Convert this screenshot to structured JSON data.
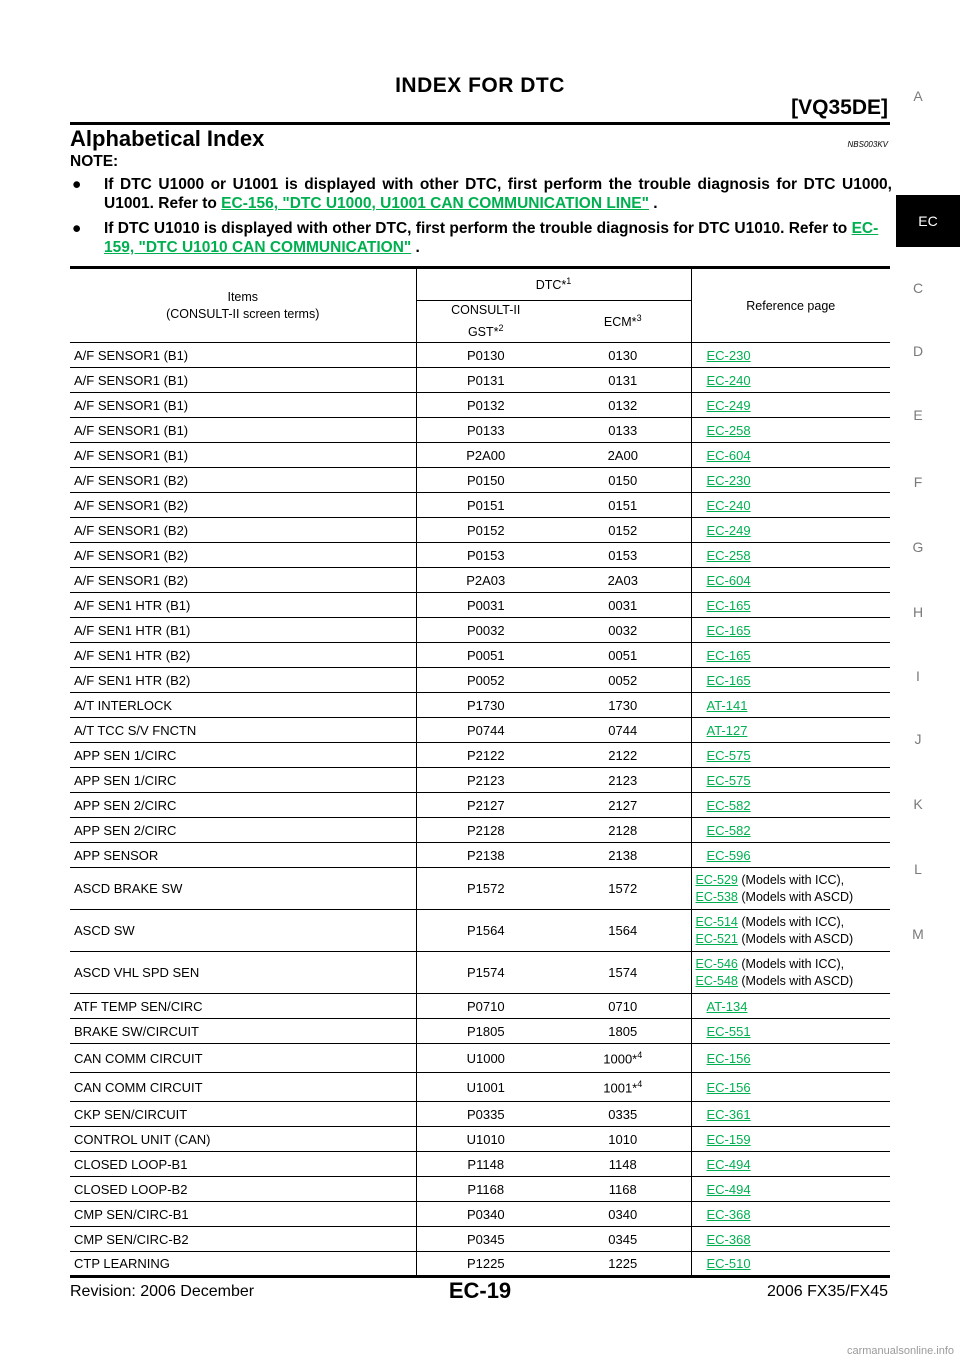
{
  "header": {
    "title": "INDEX FOR DTC",
    "subtitle": "[VQ35DE]"
  },
  "section": {
    "title": "Alphabetical Index",
    "code": "NBS003KV"
  },
  "note": {
    "label": "NOTE:",
    "bullet_glyph": "●",
    "items": [
      {
        "text": "If DTC U1000 or U1001 is displayed with other DTC, first perform the trouble diagnosis for DTC U1000, U1001. Refer to ",
        "link": "EC-156, \"DTC U1000, U1001 CAN COMMUNICATION LINE\"",
        "tail": " ."
      },
      {
        "text": "If DTC U1010 is displayed with other DTC, first perform the trouble diagnosis for DTC U1010. Refer to ",
        "link": "EC-159, \"DTC U1010 CAN COMMUNICATION\"",
        "tail": " ."
      }
    ]
  },
  "side_tabs": [
    "A",
    "EC",
    "C",
    "D",
    "E",
    "F",
    "G",
    "H",
    "I",
    "J",
    "K",
    "L",
    "M"
  ],
  "table": {
    "head": {
      "items_line1": "Items",
      "items_line2": "(CONSULT-II screen terms)",
      "dtc": "DTC*",
      "dtc_sup": "1",
      "consult_line1": "CONSULT-II",
      "consult_line2": "GST*",
      "consult_sup": "2",
      "ecm": "ECM*",
      "ecm_sup": "3",
      "reference": "Reference page"
    },
    "rows": [
      {
        "item": "A/F SENSOR1 (B1)",
        "consult": "P0130",
        "ecm": "0130",
        "ref": "EC-230"
      },
      {
        "item": "A/F SENSOR1 (B1)",
        "consult": "P0131",
        "ecm": "0131",
        "ref": "EC-240"
      },
      {
        "item": "A/F SENSOR1 (B1)",
        "consult": "P0132",
        "ecm": "0132",
        "ref": "EC-249"
      },
      {
        "item": "A/F SENSOR1 (B1)",
        "consult": "P0133",
        "ecm": "0133",
        "ref": "EC-258"
      },
      {
        "item": "A/F SENSOR1 (B1)",
        "consult": "P2A00",
        "ecm": "2A00",
        "ref": "EC-604"
      },
      {
        "item": "A/F SENSOR1 (B2)",
        "consult": "P0150",
        "ecm": "0150",
        "ref": "EC-230"
      },
      {
        "item": "A/F SENSOR1 (B2)",
        "consult": "P0151",
        "ecm": "0151",
        "ref": "EC-240"
      },
      {
        "item": "A/F SENSOR1 (B2)",
        "consult": "P0152",
        "ecm": "0152",
        "ref": "EC-249"
      },
      {
        "item": "A/F SENSOR1 (B2)",
        "consult": "P0153",
        "ecm": "0153",
        "ref": "EC-258"
      },
      {
        "item": "A/F SENSOR1 (B2)",
        "consult": "P2A03",
        "ecm": "2A03",
        "ref": "EC-604"
      },
      {
        "item": "A/F SEN1 HTR (B1)",
        "consult": "P0031",
        "ecm": "0031",
        "ref": "EC-165"
      },
      {
        "item": "A/F SEN1 HTR (B1)",
        "consult": "P0032",
        "ecm": "0032",
        "ref": "EC-165"
      },
      {
        "item": "A/F SEN1 HTR (B2)",
        "consult": "P0051",
        "ecm": "0051",
        "ref": "EC-165"
      },
      {
        "item": "A/F SEN1 HTR (B2)",
        "consult": "P0052",
        "ecm": "0052",
        "ref": "EC-165"
      },
      {
        "item": "A/T INTERLOCK",
        "consult": "P1730",
        "ecm": "1730",
        "ref": "AT-141"
      },
      {
        "item": "A/T TCC S/V FNCTN",
        "consult": "P0744",
        "ecm": "0744",
        "ref": "AT-127"
      },
      {
        "item": "APP SEN 1/CIRC",
        "consult": "P2122",
        "ecm": "2122",
        "ref": "EC-575"
      },
      {
        "item": "APP SEN 1/CIRC",
        "consult": "P2123",
        "ecm": "2123",
        "ref": "EC-575"
      },
      {
        "item": "APP SEN 2/CIRC",
        "consult": "P2127",
        "ecm": "2127",
        "ref": "EC-582"
      },
      {
        "item": "APP SEN 2/CIRC",
        "consult": "P2128",
        "ecm": "2128",
        "ref": "EC-582"
      },
      {
        "item": "APP SENSOR",
        "consult": "P2138",
        "ecm": "2138",
        "ref": "EC-596"
      },
      {
        "item": "ASCD BRAKE SW",
        "consult": "P1572",
        "ecm": "1572",
        "ref": "EC-529",
        "ref_note": " (Models with ICC),",
        "ref2": "EC-538",
        "ref2_note": " (Models with ASCD)"
      },
      {
        "item": "ASCD SW",
        "consult": "P1564",
        "ecm": "1564",
        "ref": "EC-514",
        "ref_note": " (Models with ICC),",
        "ref2": "EC-521",
        "ref2_note": "  (Models with ASCD)"
      },
      {
        "item": "ASCD VHL SPD SEN",
        "consult": "P1574",
        "ecm": "1574",
        "ref": "EC-546",
        "ref_note": " (Models with ICC),",
        "ref2": "EC-548",
        "ref2_note": "  (Models with ASCD)"
      },
      {
        "item": "ATF TEMP SEN/CIRC",
        "consult": "P0710",
        "ecm": "0710",
        "ref": "AT-134"
      },
      {
        "item": "BRAKE SW/CIRCUIT",
        "consult": "P1805",
        "ecm": "1805",
        "ref": "EC-551"
      },
      {
        "item": "CAN COMM CIRCUIT",
        "consult": "U1000",
        "ecm": "1000*",
        "ecm_sup": "4",
        "ref": "EC-156"
      },
      {
        "item": "CAN COMM CIRCUIT",
        "consult": "U1001",
        "ecm": "1001*",
        "ecm_sup": "4",
        "ref": "EC-156"
      },
      {
        "item": "CKP SEN/CIRCUIT",
        "consult": "P0335",
        "ecm": "0335",
        "ref": "EC-361"
      },
      {
        "item": "CONTROL UNIT (CAN)",
        "consult": "U1010",
        "ecm": "1010",
        "ref": "EC-159"
      },
      {
        "item": "CLOSED LOOP-B1",
        "consult": "P1148",
        "ecm": "1148",
        "ref": "EC-494"
      },
      {
        "item": "CLOSED LOOP-B2",
        "consult": "P1168",
        "ecm": "1168",
        "ref": "EC-494"
      },
      {
        "item": "CMP SEN/CIRC-B1",
        "consult": "P0340",
        "ecm": "0340",
        "ref": "EC-368"
      },
      {
        "item": "CMP SEN/CIRC-B2",
        "consult": "P0345",
        "ecm": "0345",
        "ref": "EC-368"
      },
      {
        "item": "CTP LEARNING",
        "consult": "P1225",
        "ecm": "1225",
        "ref": "EC-510"
      }
    ]
  },
  "footer": {
    "revision": "Revision: 2006 December",
    "page": "EC-19",
    "model": "2006 FX35/FX45"
  },
  "watermark": "carmanualsonline.info"
}
